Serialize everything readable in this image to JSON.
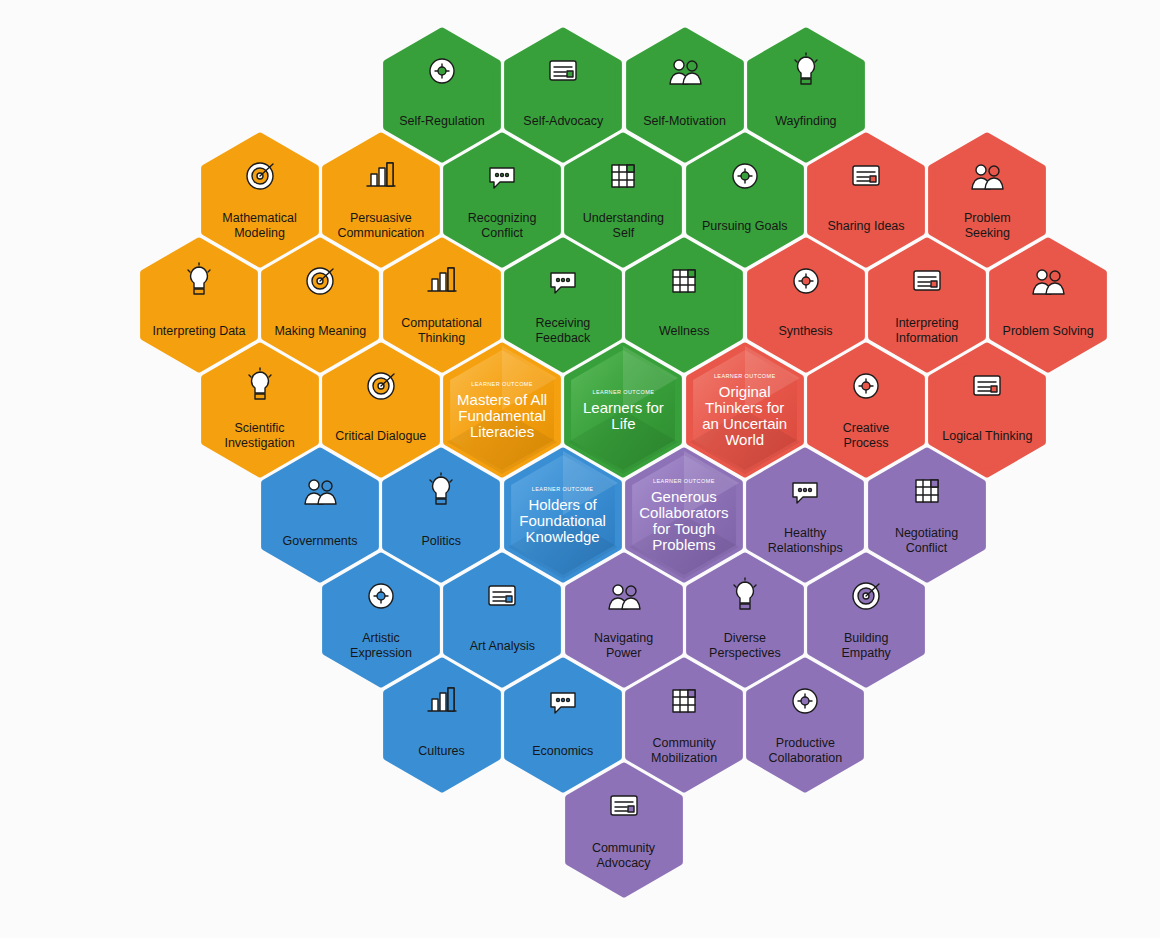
{
  "diagram": {
    "nodes": [
      {
        "text": [
          "Self-Regulation"
        ]
      },
      {
        "text": [
          "Self-Advocacy"
        ]
      },
      {
        "text": [
          "Self-Motivation"
        ]
      },
      {
        "text": [
          "Wayfinding"
        ]
      },
      {
        "text": [
          "Mathematical Modeling"
        ]
      },
      {
        "text": [
          "Persuasive Communication"
        ]
      },
      {
        "text": [
          "Recognizing Conflict"
        ]
      },
      {
        "text": [
          "Understanding Self"
        ]
      },
      {
        "text": [
          "Pursuing Goals"
        ]
      },
      {
        "text": [
          "Sharing Ideas"
        ]
      },
      {
        "text": [
          "Problem Seeking"
        ]
      },
      {
        "text": [
          "Interpreting Data"
        ]
      },
      {
        "text": [
          "Making Meaning"
        ]
      },
      {
        "text": [
          "Computational Thinking"
        ]
      },
      {
        "text": [
          "Receiving Feedback"
        ]
      },
      {
        "text": [
          "Wellness"
        ]
      },
      {
        "text": [
          "Synthesis"
        ]
      },
      {
        "text": [
          "Interpreting Information"
        ]
      },
      {
        "text": [
          "Problem Solving"
        ]
      },
      {
        "text": [
          "Scientific Investigation"
        ]
      },
      {
        "text": [
          "Critical Dialogue"
        ]
      },
      {
        "text": [
          "LEARNER OUTCOME",
          "Masters of All Fundamental Literacies"
        ]
      },
      {
        "text": [
          "LEARNER OUTCOME",
          "Learners for Life"
        ]
      },
      {
        "text": [
          "LEARNER OUTCOME",
          "Original Thinkers for an Uncertain World"
        ]
      },
      {
        "text": [
          "Creative Process"
        ]
      },
      {
        "text": [
          "Logical Thinking"
        ]
      },
      {
        "text": [
          "Governments"
        ]
      },
      {
        "text": [
          "Politics"
        ]
      },
      {
        "text": [
          "LEARNER OUTCOME",
          "Holders of Foundational Knowledge"
        ]
      },
      {
        "text": [
          "LEARNER OUTCOME",
          "Generous Collaborators for Tough Problems"
        ]
      },
      {
        "text": [
          "Healthy Relationships"
        ]
      },
      {
        "text": [
          "Negotiating Conflict"
        ]
      },
      {
        "text": [
          "Artistic Expression"
        ]
      },
      {
        "text": [
          "Art Analysis"
        ]
      },
      {
        "text": [
          "Navigating Power"
        ]
      },
      {
        "text": [
          "Diverse Perspectives"
        ]
      },
      {
        "text": [
          "Building Empathy"
        ]
      },
      {
        "text": [
          "Cultures"
        ]
      },
      {
        "text": [
          "Economics"
        ]
      },
      {
        "text": [
          "Community Mobilization"
        ]
      },
      {
        "text": [
          "Productive Collaboration"
        ]
      },
      {
        "text": [
          "Community Advocacy"
        ]
      }
    ]
  }
}
